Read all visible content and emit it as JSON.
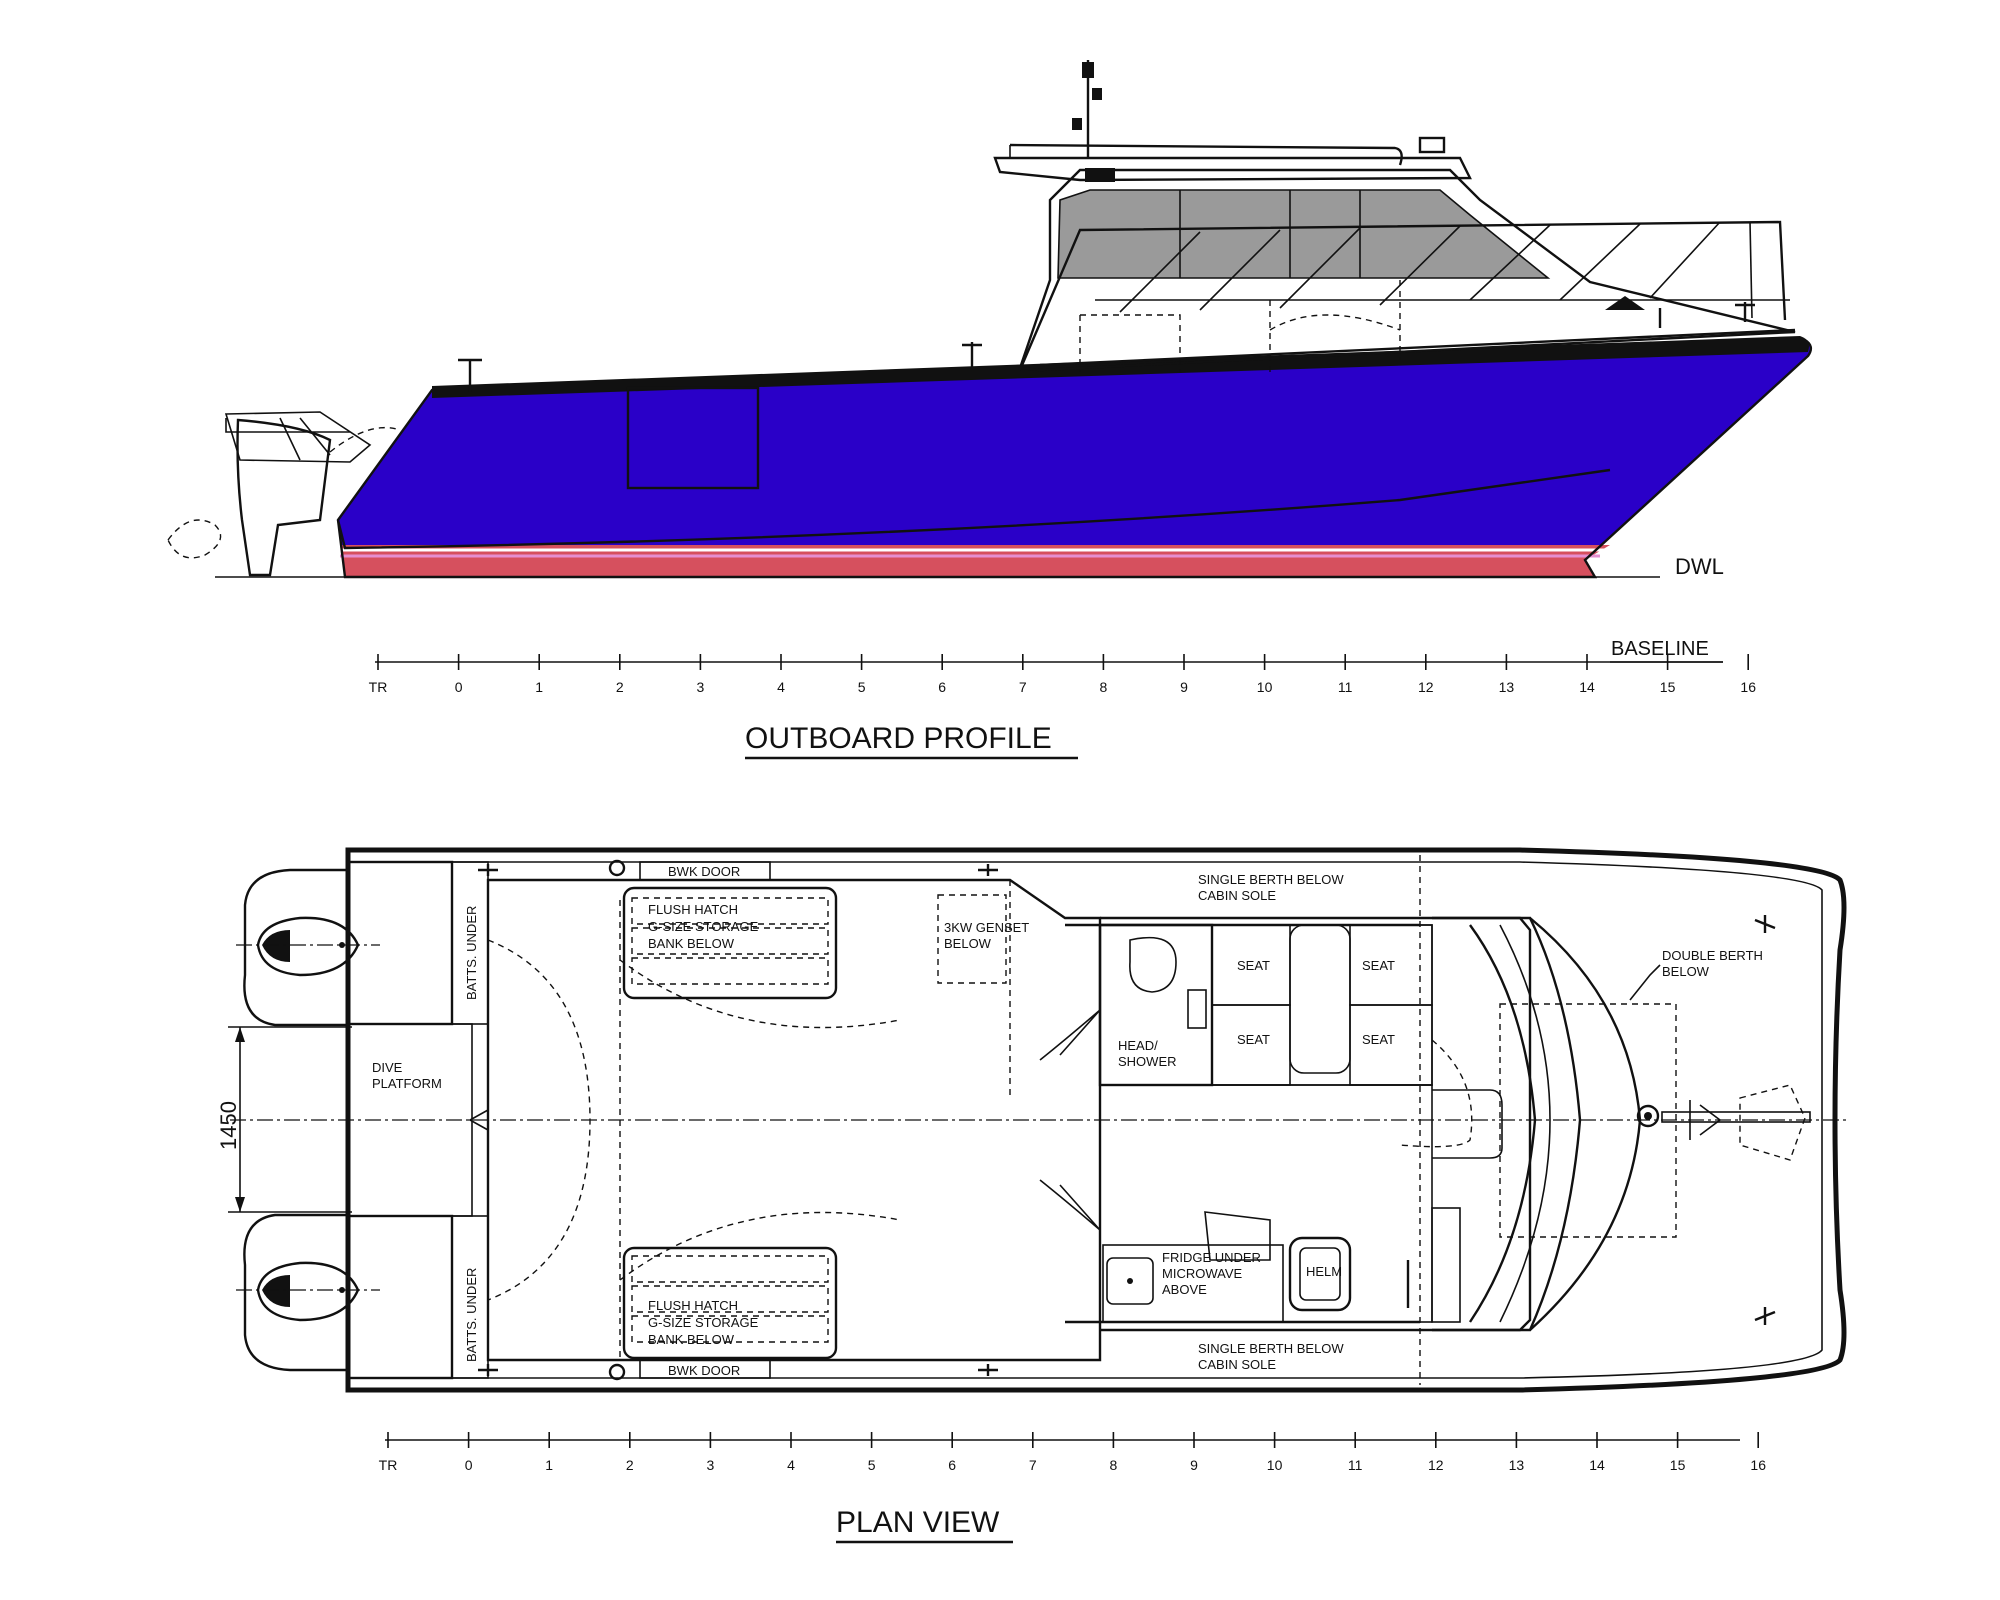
{
  "colors": {
    "hull": "#2a00c8",
    "boot_stripe": "#d6505e",
    "stripe_pink": "#e58fd0",
    "window_tint": "#9a9a9a",
    "deck_hatch": "#e6e6e6",
    "line": "#111111"
  },
  "profile": {
    "title": "OUTBOARD PROFILE",
    "dwl_label": "DWL",
    "baseline_label": "BASELINE",
    "scale_ticks": [
      "TR",
      "0",
      "1",
      "2",
      "3",
      "4",
      "5",
      "6",
      "7",
      "8",
      "9",
      "10",
      "11",
      "12",
      "13",
      "14",
      "15",
      "16"
    ]
  },
  "plan": {
    "title": "PLAN VIEW",
    "dimension": "1450",
    "scale_ticks": [
      "TR",
      "0",
      "1",
      "2",
      "3",
      "4",
      "5",
      "6",
      "7",
      "8",
      "9",
      "10",
      "11",
      "12",
      "13",
      "14",
      "15",
      "16"
    ],
    "labels": {
      "bwk_door_top": "BWK DOOR",
      "bwk_door_bottom": "BWK DOOR",
      "batts_top": "BATTS. UNDER",
      "batts_bottom": "BATTS. UNDER",
      "dive_platform_1": "DIVE",
      "dive_platform_2": "PLATFORM",
      "hatch_top_1": "FLUSH  HATCH",
      "hatch_top_2": "G-SIZE STORAGE",
      "hatch_top_3": "BANK BELOW",
      "hatch_bot_1": "FLUSH  HATCH",
      "hatch_bot_2": "G-SIZE STORAGE",
      "hatch_bot_3": "BANK BELOW",
      "genset_1": "3KW GENSET",
      "genset_2": "BELOW",
      "berth_top_1": "SINGLE BERTH BELOW",
      "berth_top_2": "CABIN SOLE",
      "berth_bot_1": "SINGLE BERTH BELOW",
      "berth_bot_2": "CABIN SOLE",
      "seat_1": "SEAT",
      "seat_2": "SEAT",
      "seat_3": "SEAT",
      "seat_4": "SEAT",
      "head_1": "HEAD/",
      "head_2": "SHOWER",
      "fridge_1": "FRIDGE UNDER",
      "fridge_2": "MICROWAVE",
      "fridge_3": "ABOVE",
      "helm": "HELM",
      "double_berth_1": "DOUBLE BERTH",
      "double_berth_2": "BELOW"
    }
  }
}
